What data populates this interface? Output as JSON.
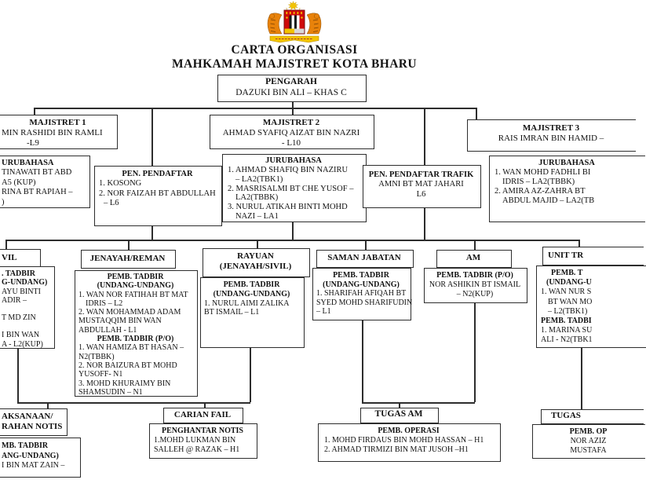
{
  "title": {
    "line1": "CARTA ORGANISASI",
    "line2": "MAHKAMAH MAJISTRET KOTA BHARU"
  },
  "emblem": {
    "name": "jata-negara-malaysia-coat-of-arms"
  },
  "colors": {
    "background": "#ffffff",
    "line": "#2d2d2d",
    "text": "#111111",
    "emblem_yellow": "#f2c300",
    "emblem_red": "#cf0a0a",
    "emblem_orange": "#e8820a"
  },
  "boxes": [
    {
      "id": "pengarah",
      "lines": [
        {
          "t": "PENGARAH",
          "b": true,
          "al": "c"
        },
        {
          "t": "DAZUKI BIN ALI – KHAS C",
          "al": "c"
        }
      ]
    },
    {
      "id": "majistret1",
      "lines": [
        {
          "t": "MAJISTRET 1",
          "b": true,
          "al": "c"
        },
        {
          "t": "MIN RASHIDI BIN RAMLI",
          "pl": 2
        },
        {
          "t": "-L9",
          "pl": 34
        }
      ]
    },
    {
      "id": "majistret2",
      "lines": [
        {
          "t": "MAJISTRET 2",
          "b": true,
          "al": "c"
        },
        {
          "t": "AHMAD SYAFIQ AIZAT BIN NAZRI",
          "al": "c"
        },
        {
          "t": "- L10",
          "al": "c"
        }
      ]
    },
    {
      "id": "majistret3",
      "lines": [
        {
          "t": "MAJISTRET 3",
          "b": true,
          "al": "c"
        },
        {
          "t": "RAIS IMRAN BIN HAMID –",
          "al": "c"
        }
      ]
    },
    {
      "id": "jurubahasa-left",
      "lines": [
        {
          "t": "URUBAHASA",
          "b": true,
          "pl": 2
        },
        {
          "t": "TINAWATI BT ABD",
          "pl": 2
        },
        {
          "t": "A5 (KUP)",
          "pl": 2
        },
        {
          "t": "RINA BT RAPIAH –",
          "pl": 2
        },
        {
          "t": ")",
          "pl": 2
        }
      ]
    },
    {
      "id": "pen-pendaftar",
      "lines": [
        {
          "t": "PEN. PENDAFTAR",
          "b": true,
          "al": "c"
        },
        {
          "t": "1. KOSONG",
          "pl": 5
        },
        {
          "t": "2. NOR FAIZAH BT ABDULLAH",
          "pl": 5
        },
        {
          "t": "– L6",
          "pl": 11
        }
      ]
    },
    {
      "id": "jurubahasa-mid",
      "lines": [
        {
          "t": "JURUBAHASA",
          "b": true,
          "al": "c"
        },
        {
          "t": "1. AHMAD SHAFIQ BIN NAZIRU",
          "pl": 6
        },
        {
          "t": "– LA2(TBK1)",
          "pl": 16
        },
        {
          "t": "2.  MASRISALMI BT CHE YUSOF –",
          "pl": 6
        },
        {
          "t": "LA2(TBBK)",
          "pl": 16
        },
        {
          "t": "3. NURUL ATIKAH BINTI MOHD",
          "pl": 6
        },
        {
          "t": "NAZI – LA1",
          "pl": 16
        }
      ]
    },
    {
      "id": "pen-pendaftar-trafik",
      "lines": [
        {
          "t": "PEN. PENDAFTAR TRAFIK",
          "b": true,
          "al": "c"
        },
        {
          "t": "AMNI BT MAT JAHARI",
          "al": "c"
        },
        {
          "t": "L6",
          "al": "c"
        }
      ]
    },
    {
      "id": "jurubahasa-right",
      "lines": [
        {
          "t": "JURUBAHASA",
          "b": true,
          "al": "c"
        },
        {
          "t": "1.  WAN MOHD FADHLI BI",
          "pl": 6
        },
        {
          "t": "IDRIS – LA2(TBBK)",
          "pl": 16
        },
        {
          "t": "2.  AMIRA AZ-ZAHRA BT",
          "pl": 6
        },
        {
          "t": "ABDUL MAJID – LA2(TB",
          "pl": 16
        }
      ]
    },
    {
      "id": "sivil-header",
      "lines": [
        {
          "t": "VIL",
          "b": true,
          "pl": 2
        }
      ]
    },
    {
      "id": "sivil-content",
      "lines": [
        {
          "t": ". TADBIR",
          "b": true,
          "pl": 2
        },
        {
          "t": "G-UNDANG)",
          "b": true,
          "pl": 2
        },
        {
          "t": "AYU BINTI",
          "pl": 2
        },
        {
          "t": "ADIR –",
          "pl": 2
        },
        {
          "t": "",
          "pl": 2
        },
        {
          "t": "T MD ZIN",
          "pl": 2
        },
        {
          "t": "",
          "pl": 2
        },
        {
          "t": "I BIN WAN",
          "pl": 2
        },
        {
          "t": "A - L2(KUP)",
          "pl": 2
        }
      ]
    },
    {
      "id": "jenayah-header",
      "lines": [
        {
          "t": "JENAYAH/REMAN",
          "b": true,
          "al": "c"
        }
      ]
    },
    {
      "id": "jenayah-content",
      "lines": [
        {
          "t": "PEMB. TADBIR",
          "b": true,
          "al": "c"
        },
        {
          "t": "(UNDANG-UNDANG)",
          "b": true,
          "al": "c"
        },
        {
          "t": "1. WAN NOR FATIHAH BT MAT",
          "pl": 4
        },
        {
          "t": "IDRIS – L2",
          "pl": 13
        },
        {
          "t": "2. WAN MOHAMMAD ADAM",
          "pl": 4
        },
        {
          "t": "MUSTAQQIM BIN WAN",
          "pl": 4
        },
        {
          "t": "ABDULLAH - L1",
          "pl": 4
        },
        {
          "t": "PEMB. TADBIR (P/O)",
          "b": true,
          "al": "c"
        },
        {
          "t": "1. WAN HAMIZA BT HASAN –",
          "pl": 4
        },
        {
          "t": "N2(TBBK)",
          "pl": 4
        },
        {
          "t": "2. NOR BAIZURA BT MOHD",
          "pl": 4
        },
        {
          "t": "YUSOFF- N1",
          "pl": 4
        },
        {
          "t": "3. MOHD KHURAIMY BIN",
          "pl": 4
        },
        {
          "t": "SHAMSUDIN – N1",
          "pl": 4
        }
      ]
    },
    {
      "id": "rayuan-header",
      "lines": [
        {
          "t": "RAYUAN",
          "b": true,
          "al": "c"
        },
        {
          "t": "(JENAYAH/SIVIL)",
          "b": true,
          "al": "c"
        }
      ]
    },
    {
      "id": "rayuan-content",
      "lines": [
        {
          "t": "PEMB. TADBIR",
          "b": true,
          "al": "c"
        },
        {
          "t": "(UNDANG-UNDANG)",
          "b": true,
          "al": "c"
        },
        {
          "t": "1. NURUL AIMI ZALIKA",
          "pl": 4
        },
        {
          "t": "BT ISMAIL – L1",
          "pl": 4
        }
      ]
    },
    {
      "id": "saman-header",
      "lines": [
        {
          "t": "SAMAN JABATAN",
          "b": true,
          "al": "c"
        }
      ]
    },
    {
      "id": "saman-content",
      "lines": [
        {
          "t": "PEMB. TADBIR",
          "b": true,
          "al": "c"
        },
        {
          "t": "(UNDANG-UNDANG)",
          "b": true,
          "al": "c"
        },
        {
          "t": "1. SHARIFAH AFIQAH BT",
          "pl": 4
        },
        {
          "t": "SYED MOHD  SHARIFUDIN",
          "pl": 4
        },
        {
          "t": "– L1",
          "pl": 4
        }
      ]
    },
    {
      "id": "am-header",
      "lines": [
        {
          "t": "AM",
          "b": true,
          "al": "c"
        }
      ]
    },
    {
      "id": "am-content",
      "lines": [
        {
          "t": "PEMB. TADBIR (P/O)",
          "b": true,
          "al": "c"
        },
        {
          "t": "NOR ASHIKIN BT ISMAIL",
          "al": "c"
        },
        {
          "t": "– N2(KUP)",
          "al": "c"
        }
      ]
    },
    {
      "id": "unit-header",
      "lines": [
        {
          "t": "UNIT TR",
          "b": true,
          "pl": 6
        }
      ]
    },
    {
      "id": "unit-content",
      "lines": [
        {
          "t": "PEMB. T",
          "b": true,
          "pl": 18
        },
        {
          "t": "(UNDANG-U",
          "b": true,
          "pl": 12
        },
        {
          "t": "1. WAN NUR S",
          "pl": 5
        },
        {
          "t": "BT WAN MO",
          "pl": 14
        },
        {
          "t": "– L2(TBK1)",
          "pl": 14
        },
        {
          "t": "PEMB. TADBI",
          "b": true,
          "pl": 5
        },
        {
          "t": "1. MARINA SU",
          "pl": 5
        },
        {
          "t": "ALI - N2(TBK1",
          "pl": 5
        }
      ]
    },
    {
      "id": "pelaksanaan-header",
      "lines": [
        {
          "t": "AKSANAAN/",
          "b": true,
          "pl": 2
        },
        {
          "t": "RAHAN NOTIS",
          "b": true,
          "pl": 2
        }
      ]
    },
    {
      "id": "pelaksanaan-content",
      "lines": [
        {
          "t": "MB. TADBIR",
          "b": true,
          "pl": 2
        },
        {
          "t": "ANG-UNDANG)",
          "b": true,
          "pl": 2
        },
        {
          "t": "I BIN MAT ZAIN –",
          "pl": 2
        }
      ]
    },
    {
      "id": "carian-header",
      "lines": [
        {
          "t": "CARIAN FAIL",
          "b": true,
          "al": "c"
        }
      ]
    },
    {
      "id": "carian-content",
      "lines": [
        {
          "t": "PENGHANTAR NOTIS",
          "b": true,
          "al": "c"
        },
        {
          "t": "1.MOHD LUKMAN BIN",
          "pl": 5
        },
        {
          "t": "SALLEH @ RAZAK – H1",
          "pl": 5
        }
      ]
    },
    {
      "id": "tugas-am-header",
      "lines": [
        {
          "t": "TUGAS AM",
          "b": true,
          "al": "c"
        }
      ]
    },
    {
      "id": "tugas-am-content",
      "lines": [
        {
          "t": "PEMB. OPERASI",
          "b": true,
          "al": "c"
        },
        {
          "t": "1. MOHD FIRDAUS BIN MOHD HASSAN  – H1",
          "pl": 7
        },
        {
          "t": "2. AHMAD TIRMIZI BIN MAT JUSOH –H1",
          "pl": 7
        }
      ]
    },
    {
      "id": "tugas2-header",
      "lines": [
        {
          "t": "TUGAS",
          "b": true,
          "pl": 12
        }
      ]
    },
    {
      "id": "tugas2-content",
      "lines": [
        {
          "t": "PEMB. OP",
          "b": true,
          "al": "c"
        },
        {
          "t": "NOR AZIZ",
          "al": "c"
        },
        {
          "t": "MUSTAFA",
          "al": "c"
        }
      ]
    }
  ]
}
